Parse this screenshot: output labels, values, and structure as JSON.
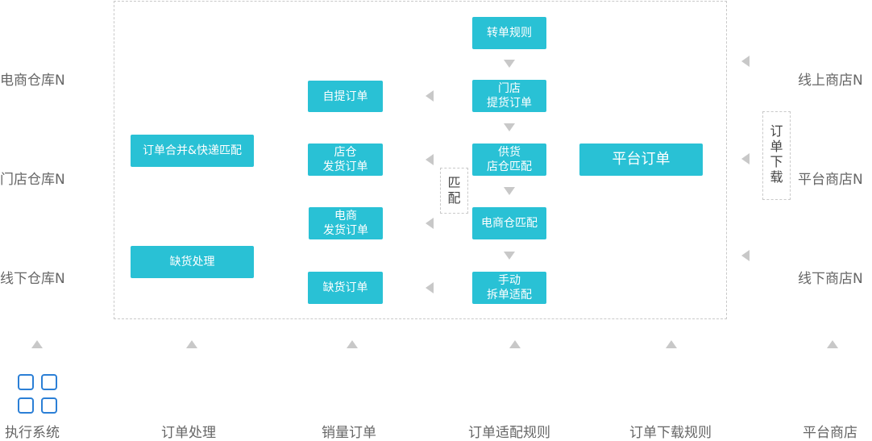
{
  "left_warehouses": [
    "电商仓库N",
    "门店仓库N",
    "线下仓库N"
  ],
  "right_stores": [
    "线上商店N",
    "平台商店N",
    "线下商店N"
  ],
  "bottom_labels": [
    "执行系统",
    "订单处理",
    "销量订单",
    "订单适配规则",
    "订单下载规则",
    "平台商店"
  ],
  "col_processing": [
    "订单合并&快递匹配",
    "缺货处理"
  ],
  "col_sales_orders": [
    "自提订单",
    "店仓\n发货订单",
    "电商\n发货订单",
    "缺货订单"
  ],
  "col_rules": [
    "转单规则",
    "门店\n提货订单",
    "供货\n店仓匹配",
    "电商仓匹配",
    "手动\n拆单适配"
  ],
  "platform_order": "平台订单",
  "match_tag": "匹\n配",
  "download_tag": "订\n单\n下\n载",
  "colors": {
    "box": "#29c1d5",
    "arrow": "#c8c8c8",
    "label": "#666666",
    "icon": "#2b7fd6"
  },
  "icons": {
    "system": "four-squares-grid-icon"
  }
}
